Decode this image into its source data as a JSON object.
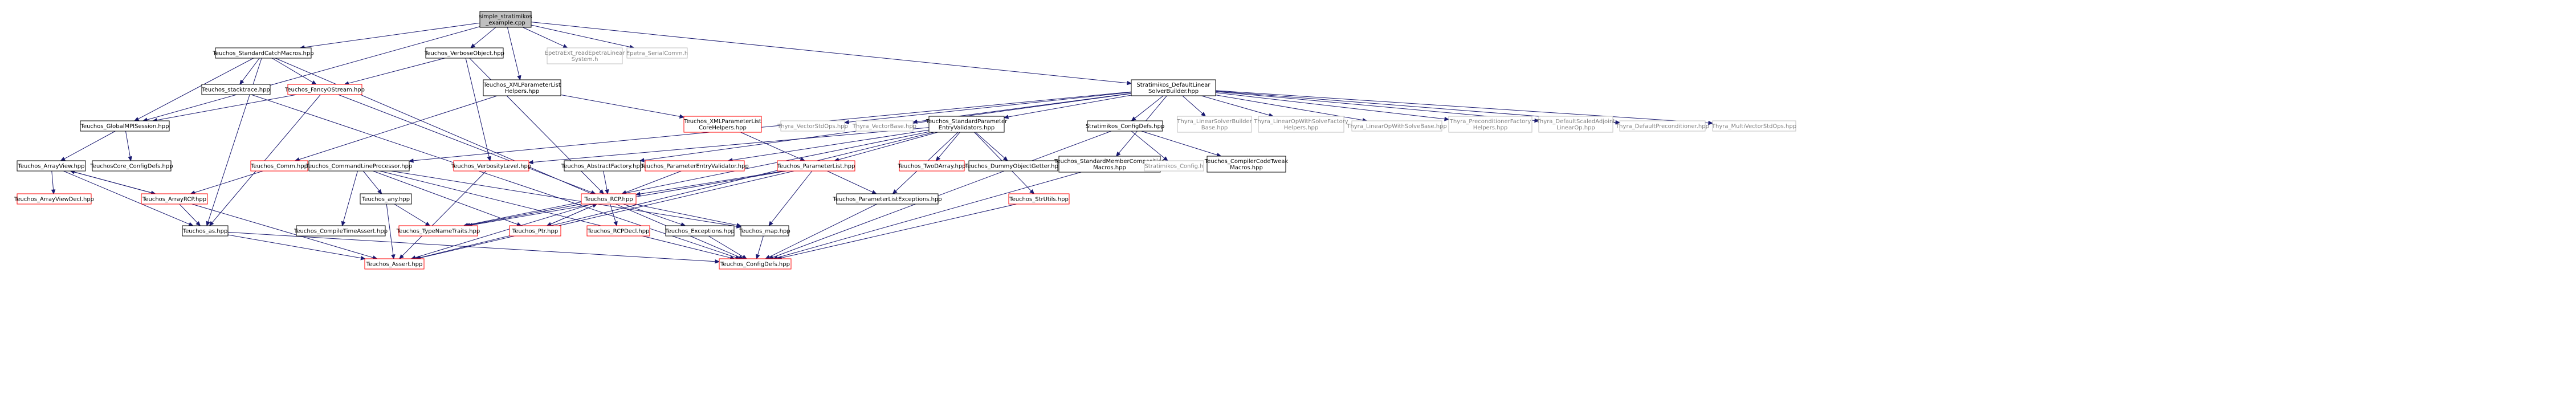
{
  "colors": {
    "normal_border": "#000000",
    "undocumented_border": "#ff0000",
    "external_border": "#bfbfbf",
    "root_fill": "#bfbfbf",
    "edge": "#191970",
    "text": "#000000",
    "external_text": "#808080"
  },
  "nodes": [
    {
      "id": "root",
      "lines": [
        "simple_stratimikos",
        "_example.cpp"
      ],
      "kind": "root"
    },
    {
      "id": "scm",
      "lines": [
        "Teuchos_StandardCatchMacros.hpp"
      ],
      "kind": "normal"
    },
    {
      "id": "vo",
      "lines": [
        "Teuchos_VerboseObject.hpp"
      ],
      "kind": "normal"
    },
    {
      "id": "epext",
      "lines": [
        "EpetraExt_readEpetraLinear",
        "System.h"
      ],
      "kind": "external"
    },
    {
      "id": "eser",
      "lines": [
        "Epetra_SerialComm.h"
      ],
      "kind": "external"
    },
    {
      "id": "st",
      "lines": [
        "Teuchos_stacktrace.hpp"
      ],
      "kind": "normal"
    },
    {
      "id": "fos",
      "lines": [
        "Teuchos_FancyOStream.hpp"
      ],
      "kind": "red"
    },
    {
      "id": "xmlh",
      "lines": [
        "Teuchos_XMLParameterList",
        "Helpers.hpp"
      ],
      "kind": "normal"
    },
    {
      "id": "dlsb",
      "lines": [
        "Stratimikos_DefaultLinear",
        "SolverBuilder.hpp"
      ],
      "kind": "normal"
    },
    {
      "id": "gmpi",
      "lines": [
        "Teuchos_GlobalMPISession.hpp"
      ],
      "kind": "normal"
    },
    {
      "id": "xmlc",
      "lines": [
        "Teuchos_XMLParameterList",
        "CoreHelpers.hpp"
      ],
      "kind": "red"
    },
    {
      "id": "tvso",
      "lines": [
        "Thyra_VectorStdOps.hpp"
      ],
      "kind": "external"
    },
    {
      "id": "tvb",
      "lines": [
        "Thyra_VectorBase.hpp"
      ],
      "kind": "external"
    },
    {
      "id": "spev",
      "lines": [
        "Teuchos_StandardParameter",
        "EntryValidators.hpp"
      ],
      "kind": "normal"
    },
    {
      "id": "scd",
      "lines": [
        "Stratimikos_ConfigDefs.hpp"
      ],
      "kind": "normal"
    },
    {
      "id": "tlsbb",
      "lines": [
        "Thyra_LinearSolverBuilder",
        "Base.hpp"
      ],
      "kind": "external"
    },
    {
      "id": "tlowsf",
      "lines": [
        "Thyra_LinearOpWithSolveFactory",
        "Helpers.hpp"
      ],
      "kind": "external"
    },
    {
      "id": "tlowsb",
      "lines": [
        "Thyra_LinearOpWithSolveBase.hpp"
      ],
      "kind": "external"
    },
    {
      "id": "tpfh",
      "lines": [
        "Thyra_PreconditionerFactory",
        "Helpers.hpp"
      ],
      "kind": "external"
    },
    {
      "id": "tdsal",
      "lines": [
        "Thyra_DefaultScaledAdjoint",
        "LinearOp.hpp"
      ],
      "kind": "external"
    },
    {
      "id": "tdp",
      "lines": [
        "Thyra_DefaultPreconditioner.hpp"
      ],
      "kind": "external"
    },
    {
      "id": "tmvso",
      "lines": [
        "Thyra_MultiVectorStdOps.hpp"
      ],
      "kind": "external"
    },
    {
      "id": "av",
      "lines": [
        "Teuchos_ArrayView.hpp"
      ],
      "kind": "normal"
    },
    {
      "id": "tccd",
      "lines": [
        "TeuchosCore_ConfigDefs.hpp"
      ],
      "kind": "normal"
    },
    {
      "id": "comm",
      "lines": [
        "Teuchos_Comm.hpp"
      ],
      "kind": "red"
    },
    {
      "id": "clp",
      "lines": [
        "Teuchos_CommandLineProcessor.hpp"
      ],
      "kind": "normal"
    },
    {
      "id": "vl",
      "lines": [
        "Teuchos_VerbosityLevel.hpp"
      ],
      "kind": "red"
    },
    {
      "id": "af",
      "lines": [
        "Teuchos_AbstractFactory.hpp"
      ],
      "kind": "normal"
    },
    {
      "id": "pev",
      "lines": [
        "Teuchos_ParameterEntryValidator.hpp"
      ],
      "kind": "red"
    },
    {
      "id": "pl",
      "lines": [
        "Teuchos_ParameterList.hpp"
      ],
      "kind": "red"
    },
    {
      "id": "t2d",
      "lines": [
        "Teuchos_TwoDArray.hpp"
      ],
      "kind": "red"
    },
    {
      "id": "dog",
      "lines": [
        "Teuchos_DummyObjectGetter.hpp"
      ],
      "kind": "normal"
    },
    {
      "id": "smcm",
      "lines": [
        "Teuchos_StandardMemberComposition",
        "Macros.hpp"
      ],
      "kind": "normal"
    },
    {
      "id": "sc",
      "lines": [
        "Stratimikos_Config.h"
      ],
      "kind": "external"
    },
    {
      "id": "cctm",
      "lines": [
        "Teuchos_CompilerCodeTweak",
        "Macros.hpp"
      ],
      "kind": "normal"
    },
    {
      "id": "avd",
      "lines": [
        "Teuchos_ArrayViewDecl.hpp"
      ],
      "kind": "red"
    },
    {
      "id": "arcp",
      "lines": [
        "Teuchos_ArrayRCP.hpp"
      ],
      "kind": "red"
    },
    {
      "id": "any",
      "lines": [
        "Teuchos_any.hpp"
      ],
      "kind": "normal"
    },
    {
      "id": "rcp",
      "lines": [
        "Teuchos_RCP.hpp"
      ],
      "kind": "red"
    },
    {
      "id": "ple",
      "lines": [
        "Teuchos_ParameterListExceptions.hpp"
      ],
      "kind": "normal"
    },
    {
      "id": "su",
      "lines": [
        "Teuchos_StrUtils.hpp"
      ],
      "kind": "red"
    },
    {
      "id": "as",
      "lines": [
        "Teuchos_as.hpp"
      ],
      "kind": "normal"
    },
    {
      "id": "cta",
      "lines": [
        "Teuchos_CompileTimeAssert.hpp"
      ],
      "kind": "normal"
    },
    {
      "id": "tnt",
      "lines": [
        "Teuchos_TypeNameTraits.hpp"
      ],
      "kind": "red"
    },
    {
      "id": "ptr",
      "lines": [
        "Teuchos_Ptr.hpp"
      ],
      "kind": "red"
    },
    {
      "id": "rcpd",
      "lines": [
        "Teuchos_RCPDecl.hpp"
      ],
      "kind": "red"
    },
    {
      "id": "exc",
      "lines": [
        "Teuchos_Exceptions.hpp"
      ],
      "kind": "normal"
    },
    {
      "id": "map",
      "lines": [
        "Teuchos_map.hpp"
      ],
      "kind": "normal"
    },
    {
      "id": "assert",
      "lines": [
        "Teuchos_Assert.hpp"
      ],
      "kind": "red"
    },
    {
      "id": "cd",
      "lines": [
        "Teuchos_ConfigDefs.hpp"
      ],
      "kind": "red"
    }
  ],
  "edges": [
    [
      "root",
      "scm"
    ],
    [
      "root",
      "vo"
    ],
    [
      "root",
      "epext"
    ],
    [
      "root",
      "eser"
    ],
    [
      "root",
      "dlsb"
    ],
    [
      "root",
      "xmlh"
    ],
    [
      "root",
      "gmpi"
    ],
    [
      "scm",
      "st"
    ],
    [
      "scm",
      "fos"
    ],
    [
      "scm",
      "gmpi"
    ],
    [
      "scm",
      "as"
    ],
    [
      "scm",
      "cd"
    ],
    [
      "vo",
      "fos"
    ],
    [
      "vo",
      "vl"
    ],
    [
      "vo",
      "rcp"
    ],
    [
      "st",
      "cd"
    ],
    [
      "fos",
      "gmpi"
    ],
    [
      "fos",
      "as"
    ],
    [
      "fos",
      "rcp"
    ],
    [
      "xmlh",
      "comm"
    ],
    [
      "xmlh",
      "xmlc"
    ],
    [
      "dlsb",
      "tvso"
    ],
    [
      "dlsb",
      "tvb"
    ],
    [
      "dlsb",
      "spev"
    ],
    [
      "dlsb",
      "scd"
    ],
    [
      "dlsb",
      "tlsbb"
    ],
    [
      "dlsb",
      "tlowsf"
    ],
    [
      "dlsb",
      "tlowsb"
    ],
    [
      "dlsb",
      "tpfh"
    ],
    [
      "dlsb",
      "tdsal"
    ],
    [
      "dlsb",
      "tdp"
    ],
    [
      "dlsb",
      "tmvso"
    ],
    [
      "dlsb",
      "smcm"
    ],
    [
      "dlsb",
      "af"
    ],
    [
      "dlsb",
      "clp"
    ],
    [
      "gmpi",
      "av"
    ],
    [
      "gmpi",
      "tccd"
    ],
    [
      "xmlc",
      "pl"
    ],
    [
      "spev",
      "vl"
    ],
    [
      "spev",
      "pev"
    ],
    [
      "spev",
      "pl"
    ],
    [
      "spev",
      "t2d"
    ],
    [
      "spev",
      "dog"
    ],
    [
      "spev",
      "su"
    ],
    [
      "spev",
      "ple"
    ],
    [
      "spev",
      "tnt"
    ],
    [
      "spev",
      "assert"
    ],
    [
      "scd",
      "sc"
    ],
    [
      "scd",
      "cctm"
    ],
    [
      "scd",
      "cd"
    ],
    [
      "av",
      "avd"
    ],
    [
      "av",
      "arcp"
    ],
    [
      "av",
      "as"
    ],
    [
      "comm",
      "arcp"
    ],
    [
      "clp",
      "any"
    ],
    [
      "clp",
      "cta"
    ],
    [
      "clp",
      "ptr"
    ],
    [
      "clp",
      "map"
    ],
    [
      "clp",
      "cd"
    ],
    [
      "vl",
      "assert"
    ],
    [
      "af",
      "rcp"
    ],
    [
      "pev",
      "rcp"
    ],
    [
      "pl",
      "rcp"
    ],
    [
      "pl",
      "ple"
    ],
    [
      "pl",
      "map"
    ],
    [
      "pl",
      "tnt"
    ],
    [
      "pl",
      "assert"
    ],
    [
      "smcm",
      "cd"
    ],
    [
      "arcp",
      "av"
    ],
    [
      "arcp",
      "as"
    ],
    [
      "arcp",
      "assert"
    ],
    [
      "any",
      "tnt"
    ],
    [
      "any",
      "assert"
    ],
    [
      "rcp",
      "ptr"
    ],
    [
      "rcp",
      "rcpd"
    ],
    [
      "rcp",
      "exc"
    ],
    [
      "rcp",
      "map"
    ],
    [
      "rcp",
      "tnt"
    ],
    [
      "rcp",
      "assert"
    ],
    [
      "ple",
      "cd"
    ],
    [
      "su",
      "cd"
    ],
    [
      "as",
      "assert"
    ],
    [
      "as",
      "cd"
    ],
    [
      "ptr",
      "rcp"
    ],
    [
      "exc",
      "cd"
    ],
    [
      "map",
      "cd"
    ]
  ]
}
